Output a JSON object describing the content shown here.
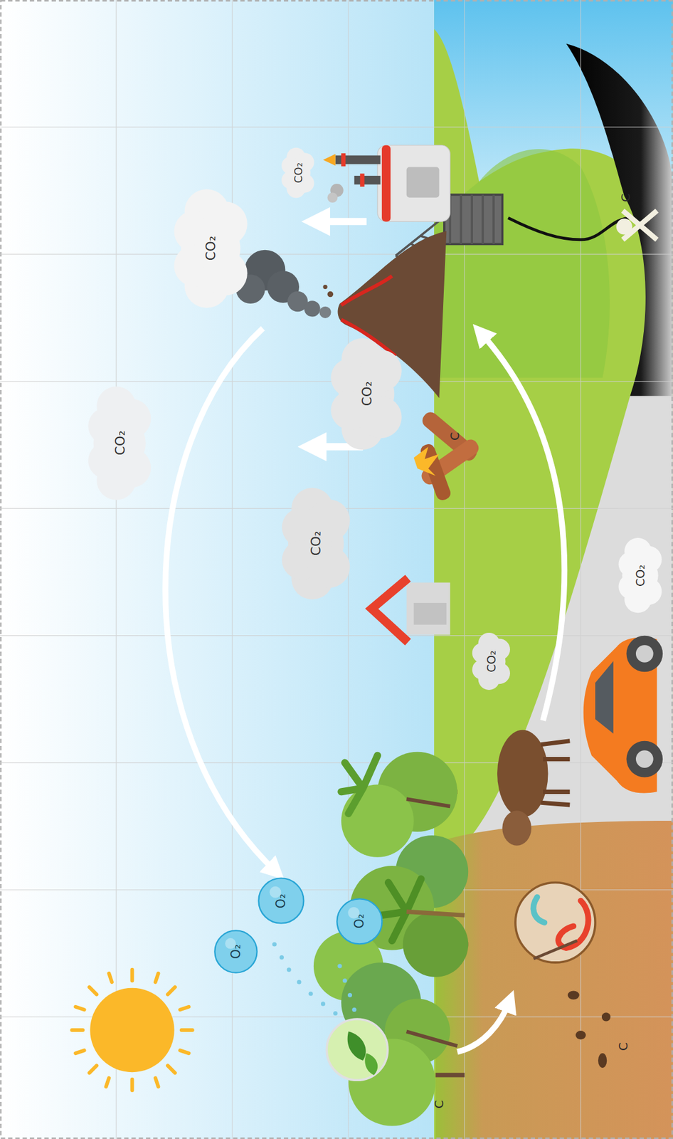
{
  "diagram": {
    "nodes": [
      {
        "text": [
          "CO₂"
        ]
      },
      {
        "text": [
          "CO₂"
        ]
      },
      {
        "text": [
          "CO₂"
        ]
      },
      {
        "text": [
          "CO₂"
        ]
      },
      {
        "text": [
          "CO₂"
        ]
      },
      {
        "text": [
          "CO₂"
        ]
      },
      {
        "text": [
          "CO₂"
        ]
      },
      {
        "text": [
          "O₂"
        ]
      },
      {
        "text": [
          "O₂"
        ]
      },
      {
        "text": [
          "O₂"
        ]
      }
    ],
    "labels": [
      "C",
      "C",
      "C",
      "C"
    ]
  }
}
